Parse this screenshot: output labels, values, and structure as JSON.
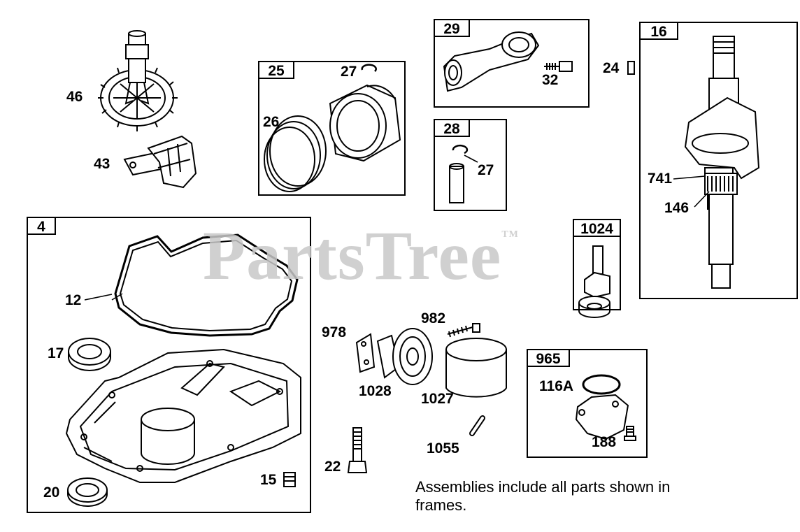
{
  "watermark": "PartsTree",
  "watermark_mark": "TM",
  "frames": {
    "f4": "4",
    "f25": "25",
    "f29": "29",
    "f28": "28",
    "f16": "16",
    "f1024": "1024",
    "f965": "965"
  },
  "labels": {
    "p46": "46",
    "p43": "43",
    "p12": "12",
    "p17": "17",
    "p20": "20",
    "p15": "15",
    "p26": "26",
    "p27a": "27",
    "p32": "32",
    "p27b": "27",
    "p24": "24",
    "p741": "741",
    "p146": "146",
    "p978": "978",
    "p982": "982",
    "p1028": "1028",
    "p1027": "1027",
    "p1055": "1055",
    "p22": "22",
    "p116A": "116A",
    "p188": "188"
  },
  "note": "Assemblies include all parts shown in frames."
}
